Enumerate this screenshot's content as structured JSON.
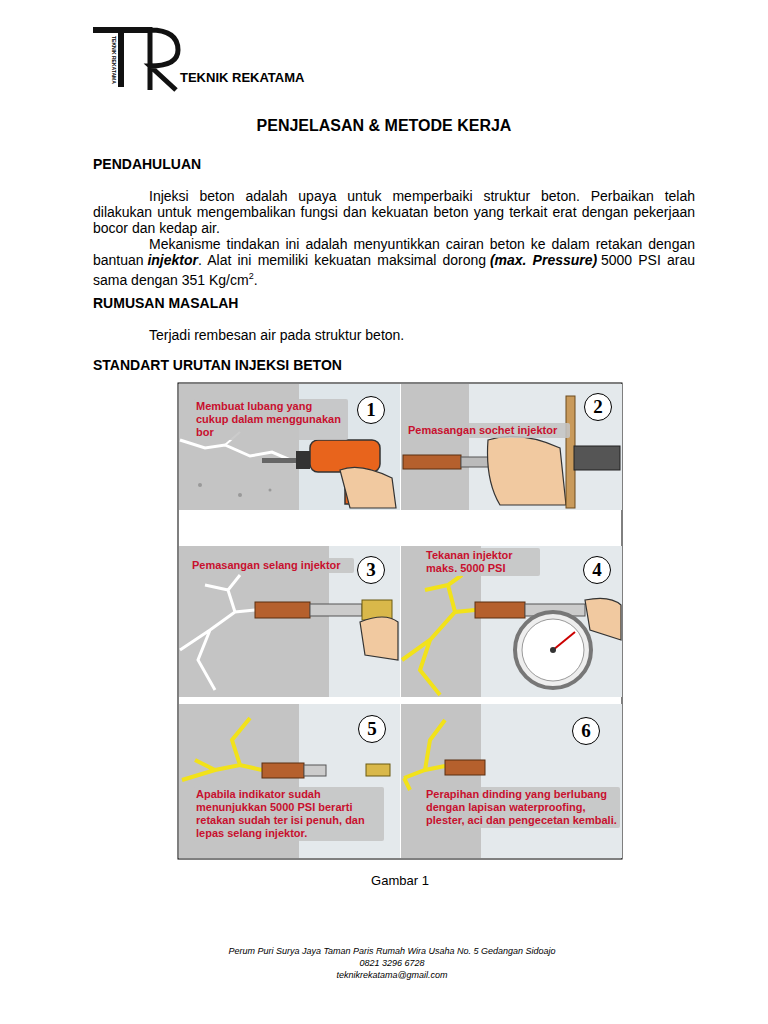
{
  "diagram": {
    "title": "PENJELASAN & METODE KERJA",
    "caption": "Gambar 1",
    "nodes": [
      {
        "text": [
          "Membuat lubang yang cukup dalam menggunakan bor",
          "1"
        ]
      },
      {
        "text": [
          "Pemasangan sochet injektor",
          "2"
        ]
      },
      {
        "text": [
          "Pemasangan selang injektor",
          "3"
        ]
      },
      {
        "text": [
          "Tekanan injektor maks. 5000 PSI",
          "4"
        ]
      },
      {
        "text": [
          "Apabila indikator sudah menunjukkan 5000 PSI berarti retakan sudah ter isi penuh, dan lepas selang injektor.",
          "5"
        ]
      },
      {
        "text": [
          "Perapihan dinding yang berlubang dengan lapisan waterproofing, plester, aci dan pengecetan kembali.",
          "6"
        ]
      }
    ],
    "labels": [
      "TEKNIK REKATAMA",
      "TEKNIK REKATAMA",
      "PENDAHULUAN",
      "Injeksi beton adalah upaya untuk memperbaiki struktur beton. Perbaikan telah dilakukan untuk mengembalikan fungsi dan kekuatan beton yang terkait erat dengan pekerjaan bocor dan kedap air.",
      "Mekanisme tindakan ini adalah menyuntikkan cairan beton ke dalam retakan dengan bantuan",
      "injektor",
      ". Alat ini memiliki kekuatan maksimal dorong",
      "(max. Pressure)",
      "5000 PSI arau sama dengan 351 Kg/cm",
      "2",
      ".",
      "RUMUSAN MASALAH",
      "Terjadi rembesan air pada struktur beton.",
      "STANDART URUTAN INJEKSI BETON",
      "Perum Puri Surya Jaya Taman Paris Rumah Wira Usaha No. 5 Gedangan Sidoajo",
      "0821 3296 6728",
      "teknikrekatama@gmail.com"
    ]
  }
}
